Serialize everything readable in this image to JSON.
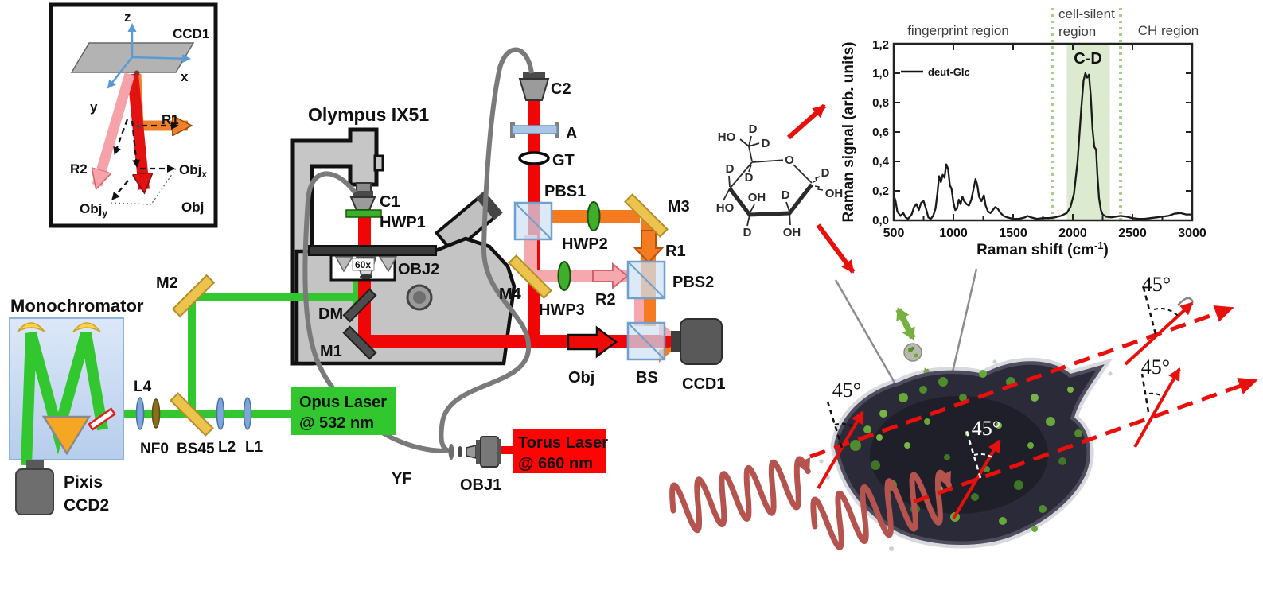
{
  "inset": {
    "ccd1": "CCD1",
    "z": "z",
    "x": "x",
    "y": "y",
    "r1": "R1",
    "r2": "R2",
    "obj": "Obj",
    "objx_base": "Obj",
    "objx_sub": "x",
    "objy_base": "Obj",
    "objy_sub": "y"
  },
  "monochromator": {
    "title": "Monochromator",
    "camera_line1": "Pixis",
    "camera_line2": "CCD2"
  },
  "left_optics": {
    "l4": "L4",
    "nf0": "NF0",
    "bs45": "BS45",
    "l2": "L2",
    "l1": "L1",
    "m2": "M2"
  },
  "microscope": {
    "title": "Olympus IX51",
    "c1": "C1",
    "hwp1": "HWP1",
    "obj2": "OBJ2",
    "mag": "60x",
    "dm": "DM",
    "m1": "M1"
  },
  "lasers": {
    "opus_line1": "Opus Laser",
    "opus_line2": "@ 532 nm",
    "torus_line1": "Torus Laser",
    "torus_line2": "@ 660 nm",
    "yf": "YF",
    "obj1": "OBJ1"
  },
  "beam_path": {
    "c2": "C2",
    "a": "A",
    "gt": "GT",
    "pbs1": "PBS1",
    "hwp2": "HWP2",
    "m3": "M3",
    "r1": "R1",
    "m4": "M4",
    "hwp3": "HWP3",
    "r2": "R2",
    "pbs2": "PBS2",
    "obj": "Obj",
    "bs": "BS",
    "ccd1": "CCD1"
  },
  "molecule": {
    "ho1": "HO",
    "d1": "D",
    "d2": "D",
    "d3": "D",
    "d4": "D",
    "o": "O",
    "d5": "D",
    "oh1": "OH",
    "oh2": "OH",
    "ho2": "HO",
    "d6": "D",
    "d7": "D",
    "oh3": "OH"
  },
  "chart_data": {
    "type": "line",
    "xlabel_pre": "Raman shift (cm",
    "xlabel_sup": "-1",
    "xlabel_post": ")",
    "ylabel": "Raman signal (arb. units)",
    "xlim": [
      500,
      3000
    ],
    "ylim": [
      0,
      1.2
    ],
    "x_ticks": [
      "500",
      "1000",
      "1500",
      "2000",
      "2500",
      "3000"
    ],
    "y_ticks": [
      "0,0",
      "0,2",
      "0,4",
      "0,6",
      "0,8",
      "1,0",
      "1,2"
    ],
    "grid": false,
    "legend_position": "upper-left",
    "regions": [
      {
        "label": "fingerprint region",
        "from": 500,
        "to": 1830
      },
      {
        "label_line1": "cell-silent",
        "label_line2": "region",
        "from": 1830,
        "to": 2400
      },
      {
        "label": "CH region",
        "from": 2400,
        "to": 3000
      }
    ],
    "band": {
      "label": "C-D",
      "from": 1950,
      "to": 2310,
      "color": "#d6e8c8"
    },
    "series": [
      {
        "name": "deut-Glc",
        "color": "#1a1a1a",
        "points": [
          [
            500,
            0.17
          ],
          [
            515,
            0.13
          ],
          [
            530,
            0.06
          ],
          [
            555,
            0.03
          ],
          [
            580,
            0.05
          ],
          [
            600,
            0.02
          ],
          [
            620,
            0.01
          ],
          [
            650,
            0.04
          ],
          [
            670,
            0.09
          ],
          [
            690,
            0.11
          ],
          [
            710,
            0.07
          ],
          [
            730,
            0.12
          ],
          [
            750,
            0.13
          ],
          [
            770,
            0.08
          ],
          [
            790,
            0.02
          ],
          [
            810,
            0.01
          ],
          [
            830,
            0.03
          ],
          [
            850,
            0.08
          ],
          [
            865,
            0.18
          ],
          [
            880,
            0.3
          ],
          [
            895,
            0.26
          ],
          [
            910,
            0.31
          ],
          [
            925,
            0.29
          ],
          [
            940,
            0.38
          ],
          [
            955,
            0.35
          ],
          [
            970,
            0.24
          ],
          [
            985,
            0.21
          ],
          [
            1000,
            0.12
          ],
          [
            1015,
            0.07
          ],
          [
            1030,
            0.08
          ],
          [
            1045,
            0.14
          ],
          [
            1060,
            0.11
          ],
          [
            1075,
            0.16
          ],
          [
            1090,
            0.13
          ],
          [
            1110,
            0.11
          ],
          [
            1130,
            0.1
          ],
          [
            1150,
            0.14
          ],
          [
            1170,
            0.22
          ],
          [
            1185,
            0.28
          ],
          [
            1200,
            0.24
          ],
          [
            1215,
            0.16
          ],
          [
            1235,
            0.13
          ],
          [
            1255,
            0.17
          ],
          [
            1270,
            0.1
          ],
          [
            1290,
            0.06
          ],
          [
            1310,
            0.05
          ],
          [
            1330,
            0.07
          ],
          [
            1350,
            0.09
          ],
          [
            1370,
            0.08
          ],
          [
            1395,
            0.05
          ],
          [
            1420,
            0.03
          ],
          [
            1450,
            0.02
          ],
          [
            1500,
            0.01
          ],
          [
            1550,
            0.01
          ],
          [
            1600,
            0.02
          ],
          [
            1620,
            0.03
          ],
          [
            1650,
            0.02
          ],
          [
            1700,
            0.01
          ],
          [
            1750,
            0.015
          ],
          [
            1800,
            0.015
          ],
          [
            1850,
            0.02
          ],
          [
            1900,
            0.03
          ],
          [
            1950,
            0.05
          ],
          [
            1980,
            0.09
          ],
          [
            2010,
            0.18
          ],
          [
            2040,
            0.4
          ],
          [
            2070,
            0.75
          ],
          [
            2090,
            0.95
          ],
          [
            2105,
            1.0
          ],
          [
            2120,
            0.97
          ],
          [
            2135,
            0.99
          ],
          [
            2150,
            0.85
          ],
          [
            2165,
            0.62
          ],
          [
            2180,
            0.5
          ],
          [
            2195,
            0.48
          ],
          [
            2205,
            0.32
          ],
          [
            2220,
            0.15
          ],
          [
            2235,
            0.07
          ],
          [
            2250,
            0.04
          ],
          [
            2280,
            0.025
          ],
          [
            2320,
            0.02
          ],
          [
            2360,
            0.025
          ],
          [
            2400,
            0.03
          ],
          [
            2450,
            0.025
          ],
          [
            2500,
            0.015
          ],
          [
            2550,
            0.01
          ],
          [
            2600,
            0.01
          ],
          [
            2650,
            0.015
          ],
          [
            2700,
            0.02
          ],
          [
            2750,
            0.025
          ],
          [
            2800,
            0.03
          ],
          [
            2850,
            0.045
          ],
          [
            2900,
            0.05
          ],
          [
            2950,
            0.04
          ],
          [
            3000,
            0.04
          ]
        ]
      }
    ]
  },
  "cell_panel": {
    "angle1": "45°",
    "angle2": "45°",
    "angle3": "45°",
    "angle4": "45°"
  },
  "colors": {
    "laser_green": "#32c72e",
    "laser_red": "#fe0404",
    "beam_orange": "#f47b20",
    "beam_pink": "#f5a8ad",
    "mirror_yellow": "#ecc44d",
    "cube_blue": "#cfe0f2",
    "cube_edge": "#6fa0d0",
    "accent_red": "#e8100c",
    "wave_darkred": "#b5534f",
    "tweezer_green": "#76b041",
    "band_green": "#d6e8c8",
    "axis_blue": "#5b9bd5"
  }
}
